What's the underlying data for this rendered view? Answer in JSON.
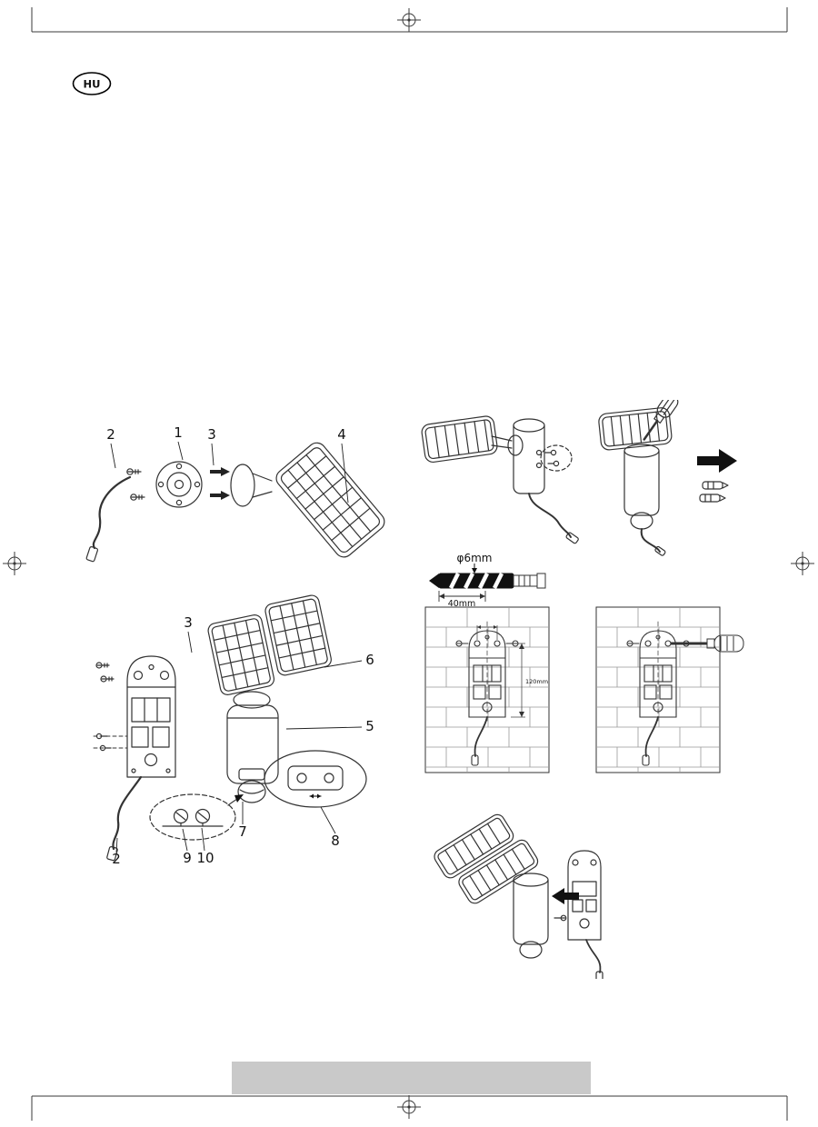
{
  "page": {
    "language_badge": "HU"
  },
  "diagram_labels": {
    "top_exploded": {
      "cable": "2",
      "plate": "1",
      "screw": "3",
      "lamp_head": "4"
    },
    "main_exploded": {
      "screw": "3",
      "led_heads": "6",
      "body": "5",
      "sensor": "7",
      "bracket_detail": "8",
      "cable": "2",
      "terminal_a": "9",
      "terminal_b": "10"
    },
    "drill": {
      "diameter": "φ6mm",
      "depth": "40mm"
    },
    "wall_mount": {
      "height": "120mm"
    }
  }
}
